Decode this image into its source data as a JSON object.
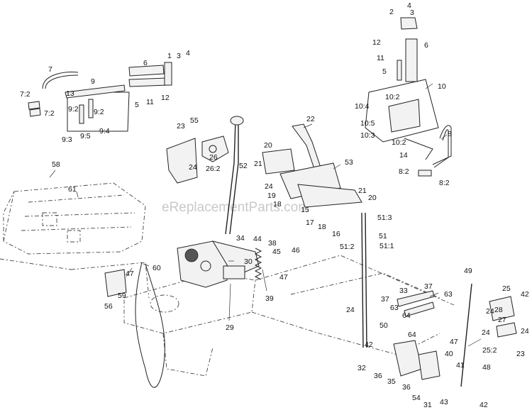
{
  "watermark": "eReplacementParts.com",
  "callouts": {
    "c_2a": "2",
    "c_4a": "4",
    "c_3a": "3",
    "c_12a": "12",
    "c_6a": "6",
    "c_11a": "11",
    "c_5a": "5",
    "c_10": "10",
    "c_10_2a": "10:2",
    "c_10_4": "10:4",
    "c_10_5": "10:5",
    "c_10_3": "10:3",
    "c_10_2b": "10:2",
    "c_14": "14",
    "c_8a": "8",
    "c_8_2a": "8:2",
    "c_8_2b": "8:2",
    "c_7": "7",
    "c_9": "9",
    "c_13": "13",
    "c_7_2a": "7:2",
    "c_7_2b": "7:2",
    "c_9_2a": "9:2",
    "c_9_2b": "9:2",
    "c_9_3": "9:3",
    "c_9_5": "9:5",
    "c_9_4": "9:4",
    "c_1": "1",
    "c_3b": "3",
    "c_4b": "4",
    "c_6b": "6",
    "c_5b": "5",
    "c_11b": "11",
    "c_12b": "12",
    "c_22": "22",
    "c_23": "23",
    "c_55": "55",
    "c_26": "26",
    "c_24a": "24",
    "c_26_2": "26:2",
    "c_52": "52",
    "c_20a": "20",
    "c_21a": "21",
    "c_53": "53",
    "c_58": "58",
    "c_61": "61",
    "c_24b": "24",
    "c_19": "19",
    "c_18a": "18",
    "c_15": "15",
    "c_17a": "17",
    "c_18b": "18",
    "c_16": "16",
    "c_21b": "21",
    "c_20b": "20",
    "c_51_3": "51:3",
    "c_51": "51",
    "c_51_2": "51:2",
    "c_51_1": "51:1",
    "c_34": "34",
    "c_44": "44",
    "c_38": "38",
    "c_45": "45",
    "c_46": "46",
    "c_30": "30",
    "c_47a": "47",
    "c_39": "39",
    "c_29": "29",
    "c_60": "60",
    "c_47b": "47",
    "c_59": "59",
    "c_56": "56",
    "c_49": "49",
    "c_37a": "37",
    "c_33": "33",
    "c_37b": "37",
    "c_63a": "63",
    "c_63b": "63",
    "c_64a": "64",
    "c_25": "25",
    "c_42a": "42",
    "c_28": "28",
    "c_27": "27",
    "c_24c": "24",
    "c_24d": "24",
    "c_25_2": "25:2",
    "c_23b": "23",
    "c_24e": "24",
    "c_50": "50",
    "c_42b": "42",
    "c_64b": "64",
    "c_47c": "47",
    "c_40": "40",
    "c_41": "41",
    "c_48": "48",
    "c_32": "32",
    "c_36a": "36",
    "c_35": "35",
    "c_36b": "36",
    "c_54": "54",
    "c_31": "31",
    "c_43": "43",
    "c_42c": "42"
  }
}
